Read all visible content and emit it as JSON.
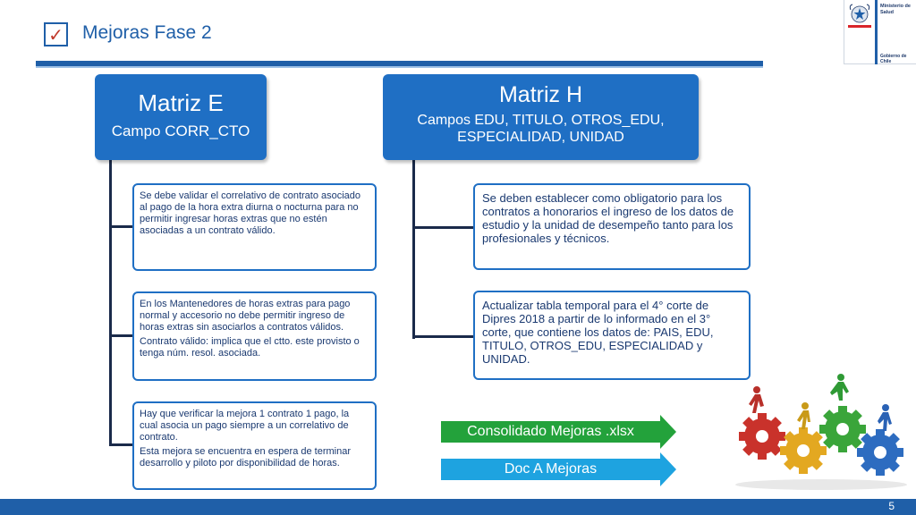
{
  "header": {
    "check_glyph": "✓",
    "title": "Mejoras Fase 2"
  },
  "logo": {
    "line1": "Ministerio de",
    "line2": "Salud",
    "bottom": "Gobierno de Chile",
    "colors": {
      "blue": "#1f5fa8",
      "red": "#d9252a"
    }
  },
  "matrix_e": {
    "title": "Matriz E",
    "subtitle": "Campo CORR_CTO",
    "notes": [
      {
        "paragraphs": [
          "Se debe validar el correlativo de contrato asociado al pago de la hora extra diurna o nocturna para no permitir ingresar horas extras que no estén asociadas a un contrato válido."
        ]
      },
      {
        "paragraphs": [
          "En los Mantenedores de horas extras para pago normal y accesorio no debe permitir ingreso de horas extras sin asociarlos a contratos válidos.",
          "Contrato válido: implica que el ctto. este provisto o tenga núm. resol. asociada."
        ]
      },
      {
        "paragraphs": [
          "Hay que verificar la mejora 1 contrato 1 pago, la cual asocia un pago siempre a un correlativo de contrato.",
          "Esta mejora se encuentra en espera de terminar desarrollo y piloto por disponibilidad de horas."
        ]
      }
    ]
  },
  "matrix_h": {
    "title": "Matriz H",
    "subtitle": "Campos EDU, TITULO, OTROS_EDU, ESPECIALIDAD, UNIDAD",
    "notes": [
      {
        "paragraphs": [
          "Se deben establecer como obligatorio para los contratos a honorarios el ingreso de los datos de estudio y la unidad de desempeño tanto para los profesionales y técnicos."
        ]
      },
      {
        "paragraphs": [
          "Actualizar tabla temporal para el 4° corte de Dipres 2018 a partir de lo informado en el 3° corte, que contiene los datos de: PAIS, EDU, TITULO, OTROS_EDU, ESPECIALIDAD y UNIDAD."
        ]
      }
    ]
  },
  "links": {
    "consolidado": "Consolidado Mejoras .xlsx",
    "doc": "Doc A Mejoras"
  },
  "colors": {
    "primary_blue": "#1f6fc4",
    "header_blue": "#1f5fa8",
    "green_arrow": "#23a23b",
    "cyan_arrow": "#1ea3e0"
  },
  "footer": {
    "page_number": "5"
  }
}
